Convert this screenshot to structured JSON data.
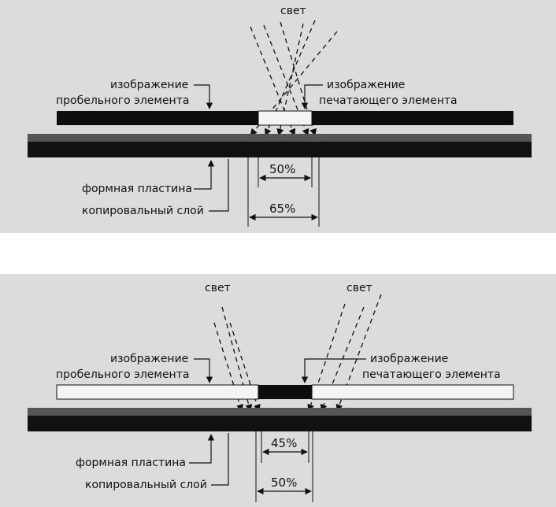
{
  "diagram_top": {
    "light_label": "свет",
    "gap_label_line1": "изображение",
    "gap_label_line2": "пробельного элемента",
    "print_label_line1": "изображение",
    "print_label_line2": "печатающего элемента",
    "plate_label": "формная пластина",
    "layer_label": "копировальный слой",
    "inner_dimension": "50%",
    "outer_dimension": "65%"
  },
  "diagram_bottom": {
    "light_label_left": "свет",
    "light_label_right": "свет",
    "gap_label_line1": "изображение",
    "gap_label_line2": "пробельного элемента",
    "print_label_line1": "изображение",
    "print_label_line2": "печатающего элемента",
    "plate_label": "формная пластина",
    "layer_label": "копировальный слой",
    "inner_dimension": "45%",
    "outer_dimension": "50%"
  },
  "colors": {
    "panel_bg": "#dcdcdc",
    "plate": "#111111",
    "layer": "#555555",
    "film_dark": "#0d0d0d",
    "film_clear": "#f4f4f4"
  }
}
